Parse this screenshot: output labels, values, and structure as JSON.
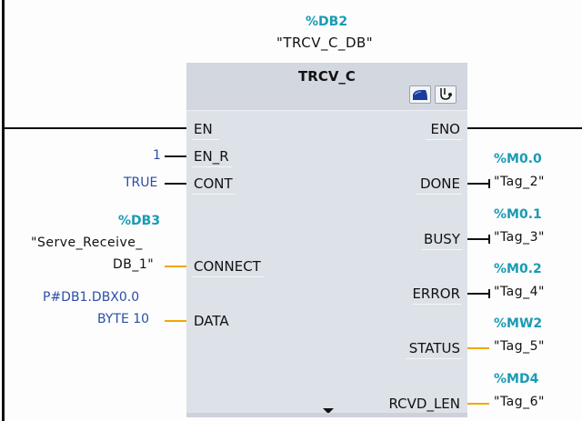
{
  "instance": {
    "address": "%DB2",
    "name": "\"TRCV_C_DB\""
  },
  "block": {
    "title": "TRCV_C",
    "header_icons": [
      "download-icon",
      "diagnostics-stethoscope-icon"
    ],
    "inputs": [
      {
        "pin": "EN"
      },
      {
        "pin": "EN_R",
        "value": "1"
      },
      {
        "pin": "CONT",
        "value": "TRUE"
      },
      {
        "pin": "CONNECT",
        "address": "%DB3",
        "value_line1": "\"Serve_Receive_",
        "value_line2": "DB_1\""
      },
      {
        "pin": "DATA",
        "value_line1": "P#DB1.DBX0.0",
        "value_line2": "BYTE 10"
      }
    ],
    "outputs": [
      {
        "pin": "ENO"
      },
      {
        "pin": "DONE",
        "address": "%M0.0",
        "tag": "\"Tag_2\""
      },
      {
        "pin": "BUSY",
        "address": "%M0.1",
        "tag": "\"Tag_3\""
      },
      {
        "pin": "ERROR",
        "address": "%M0.2",
        "tag": "\"Tag_4\""
      },
      {
        "pin": "STATUS",
        "address": "%MW2",
        "tag": "\"Tag_5\""
      },
      {
        "pin": "RCVD_LEN",
        "address": "%MD4",
        "tag": "\"Tag_6\""
      }
    ]
  },
  "colors": {
    "address": "#1a9bb3",
    "constant": "#2b4ea3",
    "wire_bool": "#111111",
    "wire_data": "#f0a800",
    "block_bg": "#dde1e8"
  }
}
